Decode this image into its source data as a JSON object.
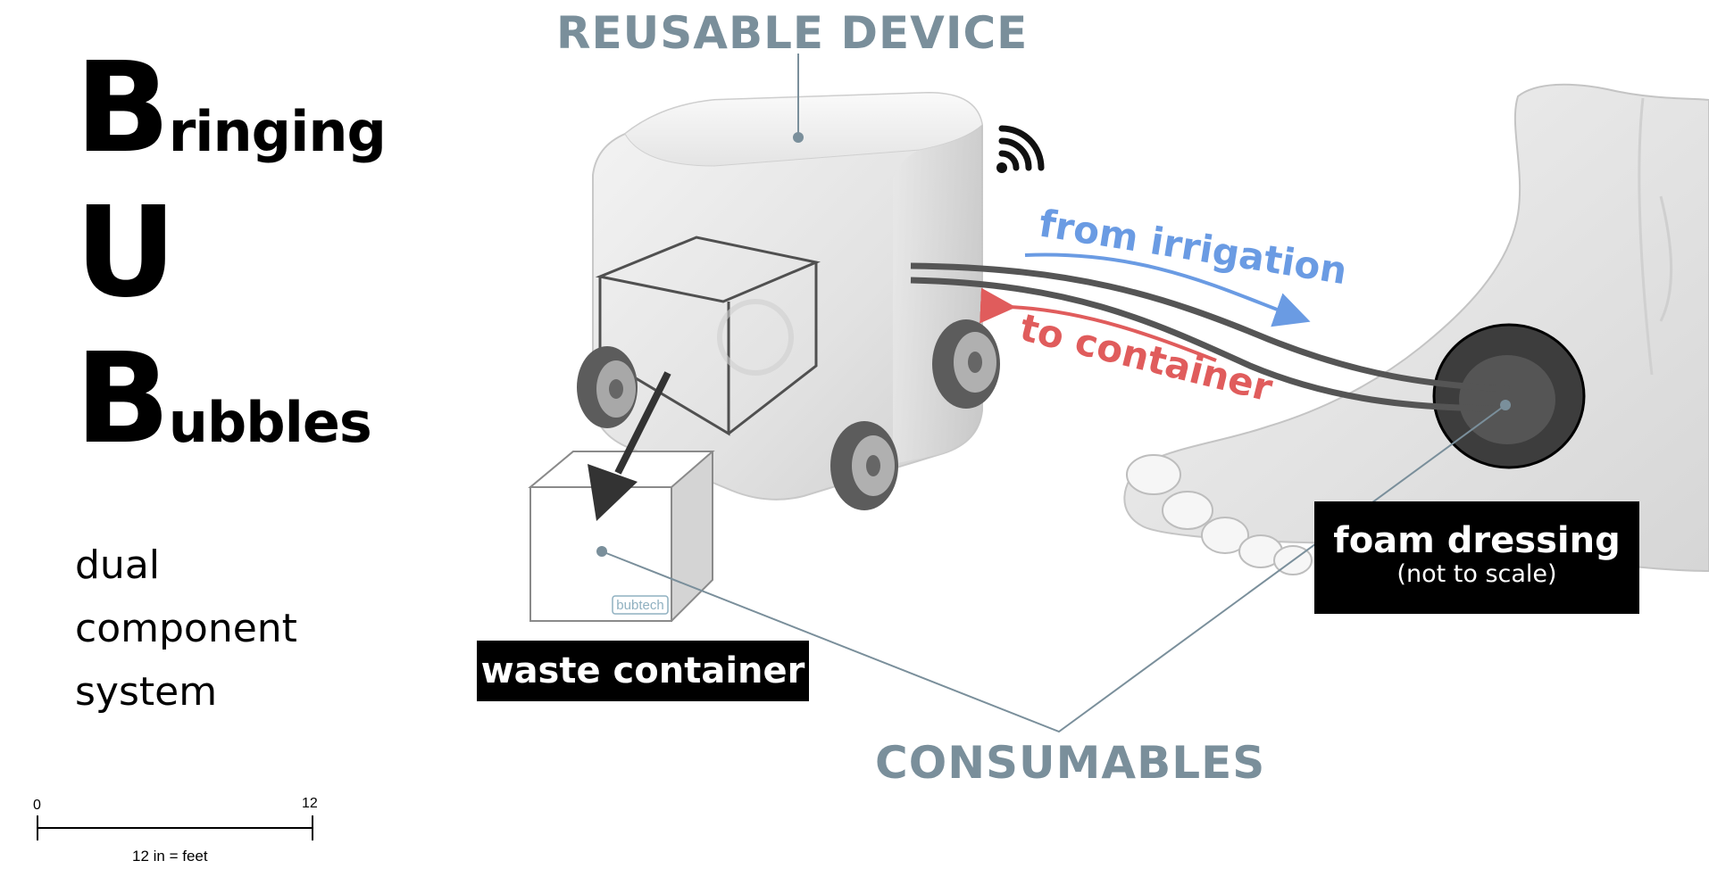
{
  "title": {
    "row1": {
      "initial": "B",
      "rest": "ringing"
    },
    "row2": {
      "initial": "U",
      "rest": ""
    },
    "row3": {
      "initial": "B",
      "rest": "ubbles"
    }
  },
  "subtitle": [
    "dual",
    "component",
    "system"
  ],
  "scale_bar": {
    "start_label": "0",
    "end_label": "12",
    "caption": "12 in = feet"
  },
  "labels": {
    "reusable_device": "REUSABLE DEVICE",
    "consumables": "CONSUMABLES",
    "waste_container": "waste container",
    "foam_dressing": "foam dressing",
    "foam_dressing_note": "(not to scale)",
    "container_brand": "bubtech"
  },
  "flows": {
    "from_irrigation": "from irrigation",
    "to_container": "to container"
  },
  "colors": {
    "heading": "#7a8f9b",
    "irrigation": "#6a9be3",
    "container_flow": "#e05c5c",
    "pointer_line": "#7a8f9b",
    "label_bg": "#000000"
  },
  "icons": [
    "wifi-icon",
    "wheel-icon",
    "arrow-icon",
    "foot-illustration",
    "foam-dressing-disc",
    "device-cube",
    "waste-box"
  ]
}
